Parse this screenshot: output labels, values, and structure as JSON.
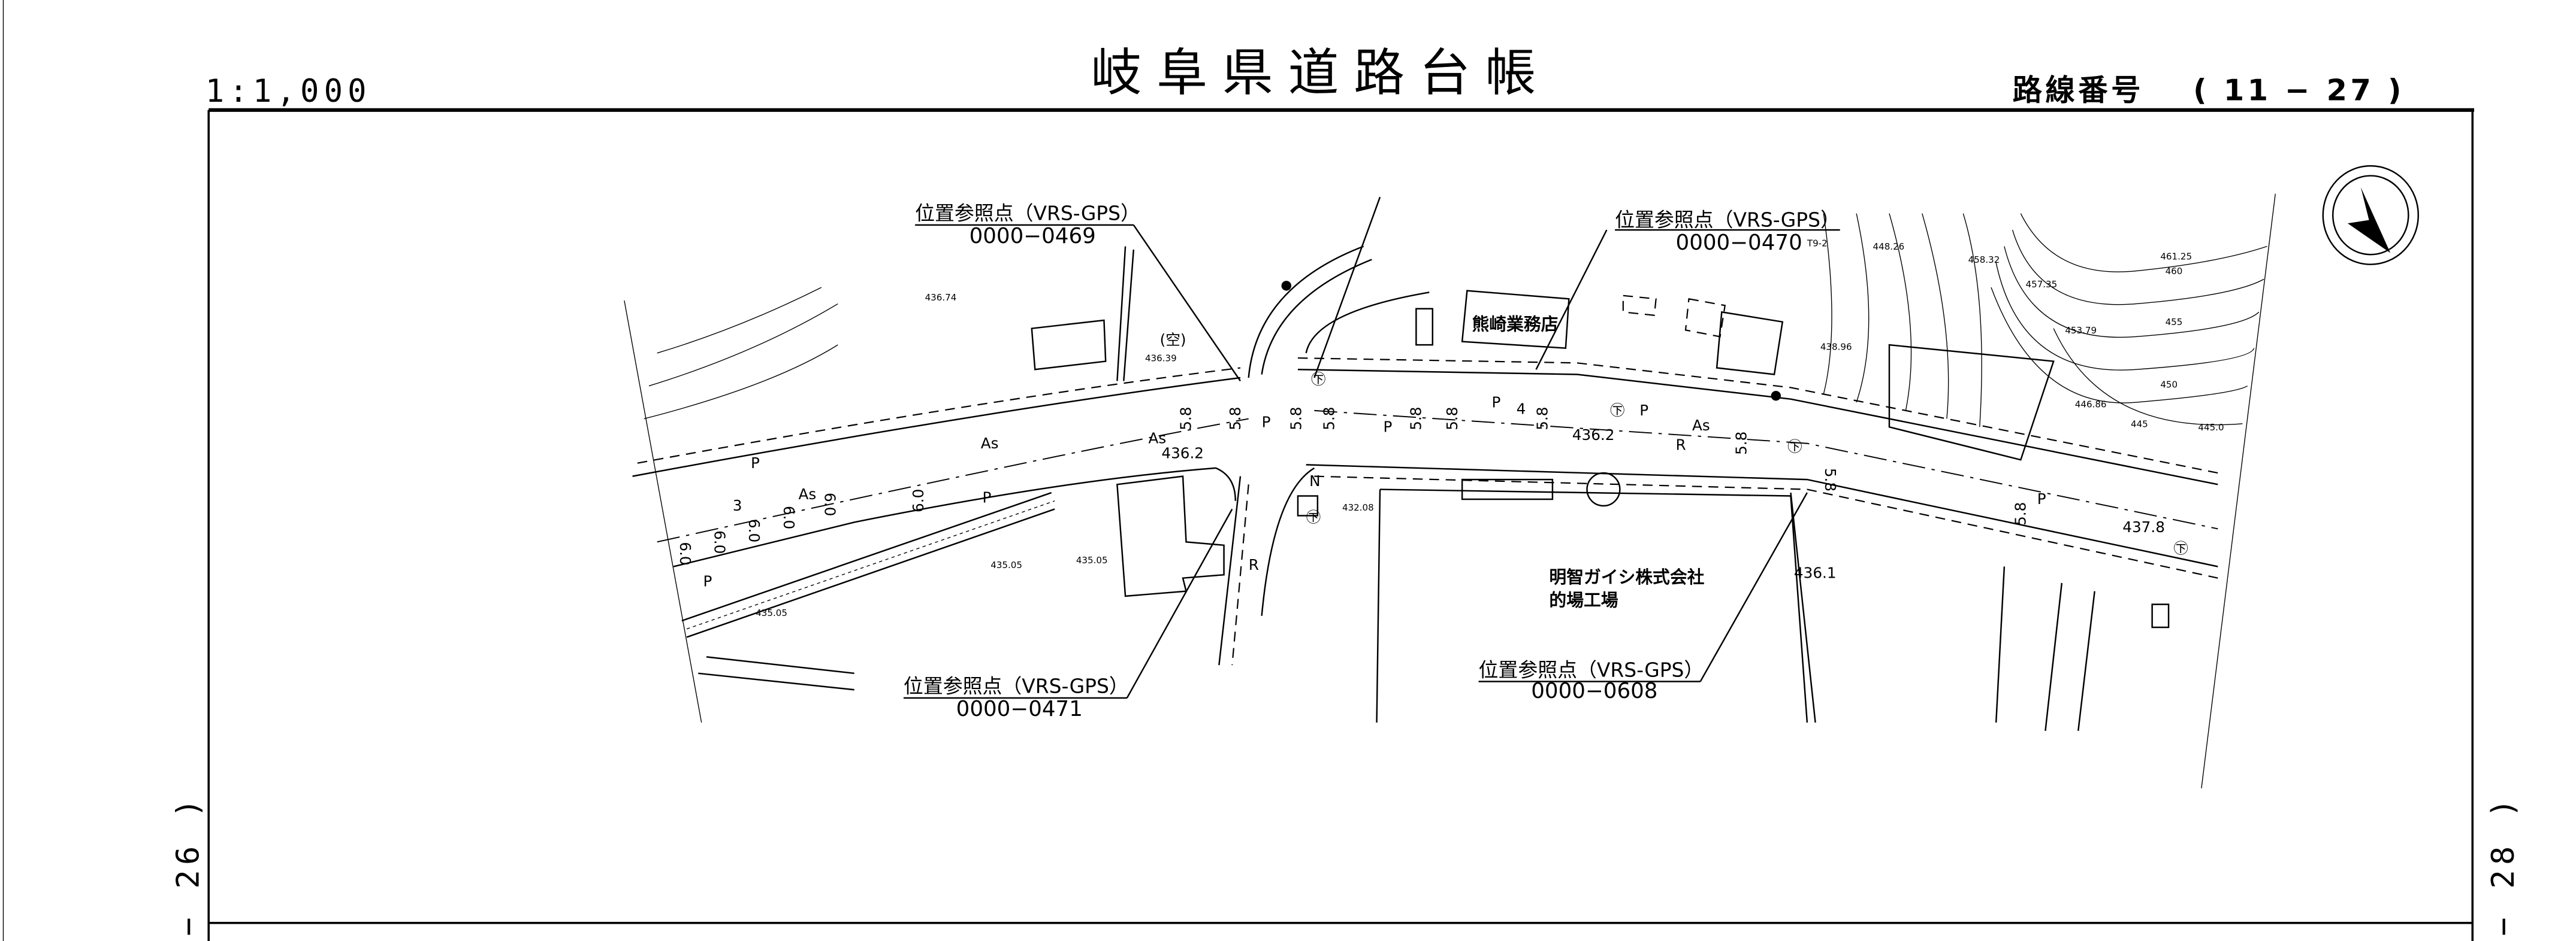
{
  "header": {
    "title": "岐阜県道路台帳",
    "scale": "1:1,000",
    "route_label": "路線番号",
    "route_number": "( 11 − 27 )"
  },
  "side_labels": {
    "left": "− 26 )",
    "right": "− 28 )"
  },
  "reference_points": [
    {
      "label": "位置参照点（VRS-GPS）",
      "number": "0000−0469"
    },
    {
      "label": "位置参照点（VRS-GPS）",
      "number": "0000−0470"
    },
    {
      "label": "位置参照点（VRS-GPS）",
      "number": "0000−0471"
    },
    {
      "label": "位置参照点（VRS-GPS）",
      "number": "0000−0608"
    }
  ],
  "buildings": {
    "shop": "熊崎業務店",
    "factory_line1": "明智ガイシ株式会社",
    "factory_line2": "的場工場",
    "vacant": "(空)"
  },
  "elevations": {
    "road": [
      "436.2",
      "436.2",
      "436.1",
      "437.8"
    ],
    "spot": [
      "436.74",
      "436.39",
      "435.05",
      "435.05",
      "435.05",
      "432.08"
    ],
    "contour": [
      "461.25",
      "460",
      "457.35",
      "455",
      "453.79",
      "450",
      "446.86",
      "445.0",
      "445",
      "448.26",
      "458.32",
      "438.96",
      "T9-2"
    ]
  },
  "road_marks": {
    "asphalt": "As",
    "parking": "P",
    "retaining": "R",
    "north": "N",
    "width_58": "5.8",
    "width_60": "6.0",
    "width_4": "4",
    "width_3": "3",
    "sewer": "㊦"
  },
  "compass": {
    "icon": "north-arrow-icon"
  }
}
